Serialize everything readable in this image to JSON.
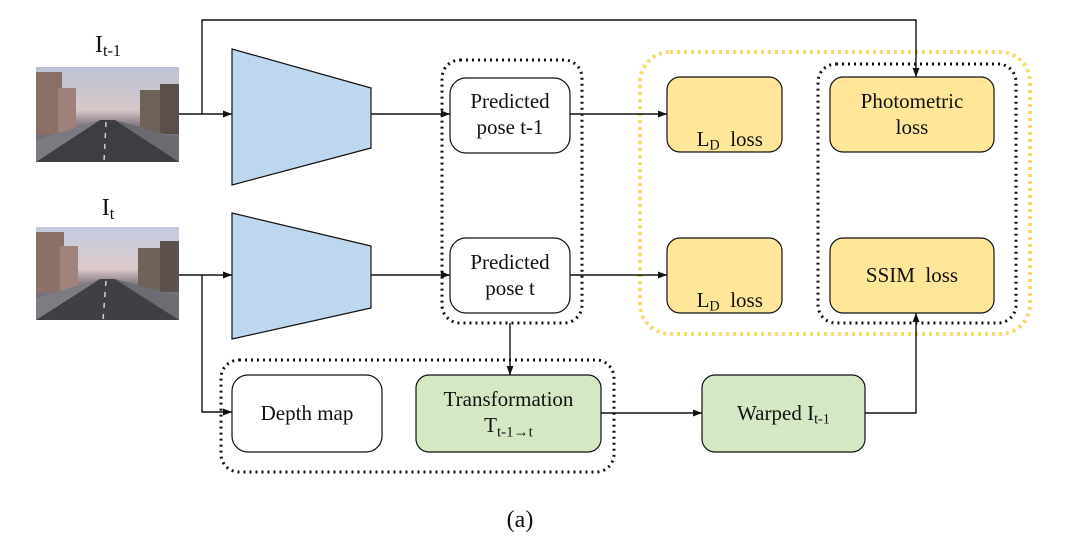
{
  "inputs": {
    "prev": {
      "label_base": "I",
      "label_sub": "t-1"
    },
    "curr": {
      "label_base": "I",
      "label_sub": "t"
    }
  },
  "pose_boxes": {
    "prev": {
      "line1": "Predicted",
      "line2": "pose t-1"
    },
    "curr": {
      "line1": "Predicted",
      "line2": "pose t"
    }
  },
  "loss_boxes": {
    "ld_top": {
      "base": "L",
      "sub": "D",
      "suffix": "  loss"
    },
    "ld_bottom": {
      "base": "L",
      "sub": "D",
      "suffix": "  loss"
    },
    "photometric": {
      "line1": "Photometric",
      "line2": "loss"
    },
    "ssim": {
      "text": "SSIM  loss"
    }
  },
  "bottom_row": {
    "depth": {
      "text": "Depth map"
    },
    "transformation": {
      "line1": "Transformation",
      "sub": "t-1→t",
      "base": "T"
    },
    "warped": {
      "prefix": "Warped I",
      "sub": "t-1"
    }
  },
  "caption": "(a)",
  "colors": {
    "encoder_fill": "#bdd7ee",
    "loss_fill": "#ffe699",
    "green_fill": "#d5e8c4",
    "yellow_dotted": "#f7d86a",
    "black": "#111111"
  }
}
